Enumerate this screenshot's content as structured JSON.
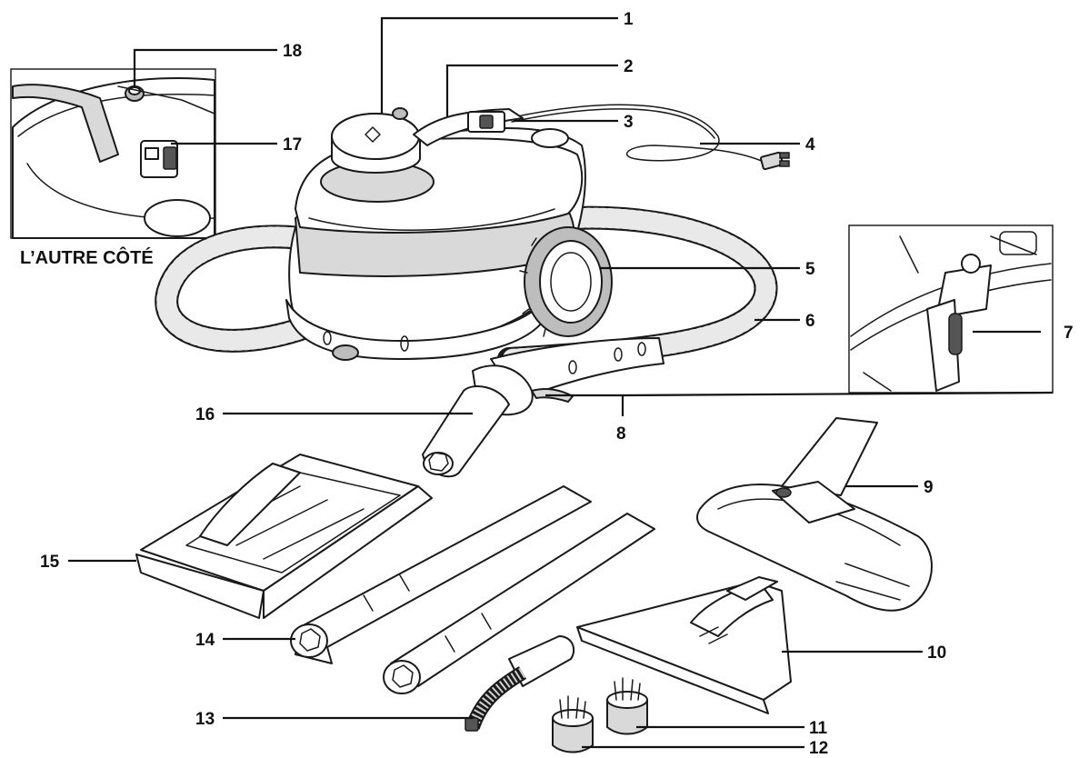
{
  "inset_caption": "L’AUTRE CÔTÉ",
  "callouts": [
    {
      "id": "c1",
      "label": "1"
    },
    {
      "id": "c2",
      "label": "2"
    },
    {
      "id": "c3",
      "label": "3"
    },
    {
      "id": "c4",
      "label": "4"
    },
    {
      "id": "c5",
      "label": "5"
    },
    {
      "id": "c6",
      "label": "6"
    },
    {
      "id": "c7",
      "label": "7"
    },
    {
      "id": "c8",
      "label": "8"
    },
    {
      "id": "c9",
      "label": "9"
    },
    {
      "id": "c10",
      "label": "10"
    },
    {
      "id": "c11",
      "label": "11"
    },
    {
      "id": "c12",
      "label": "12"
    },
    {
      "id": "c13",
      "label": "13"
    },
    {
      "id": "c14",
      "label": "14"
    },
    {
      "id": "c15",
      "label": "15"
    },
    {
      "id": "c16",
      "label": "16"
    },
    {
      "id": "c17",
      "label": "17"
    },
    {
      "id": "c18",
      "label": "18"
    }
  ]
}
